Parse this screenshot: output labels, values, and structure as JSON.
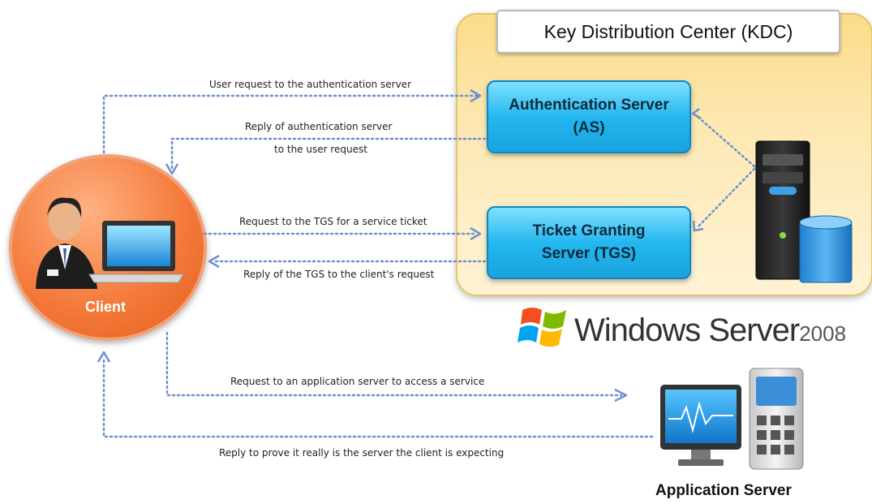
{
  "kdc": {
    "title": "Key Distribution Center (KDC)",
    "as_line1": "Authentication Server",
    "as_line2": "(AS)",
    "tgs_line1": "Ticket Granting",
    "tgs_line2": "Server (TGS)"
  },
  "client": {
    "label": "Client"
  },
  "branding": {
    "product": "Windows Server",
    "version": "2008"
  },
  "app_server": {
    "label": "Application Server"
  },
  "arrows": {
    "user_request": "User request to the authentication server",
    "as_reply_1": "Reply of authentication server",
    "as_reply_2": "to the user request",
    "tgs_request": "Request to the TGS for a service ticket",
    "tgs_reply": "Reply of the TGS to the client's request",
    "app_request": "Request to an application server  to access a service",
    "app_reply": "Reply to prove it really is the server the client is expecting"
  },
  "colors": {
    "arrow": "#6f8fd0",
    "client_orange": "#f47b3c",
    "server_blue": "#24b7ef",
    "kdc_panel": "#fde9b6"
  }
}
